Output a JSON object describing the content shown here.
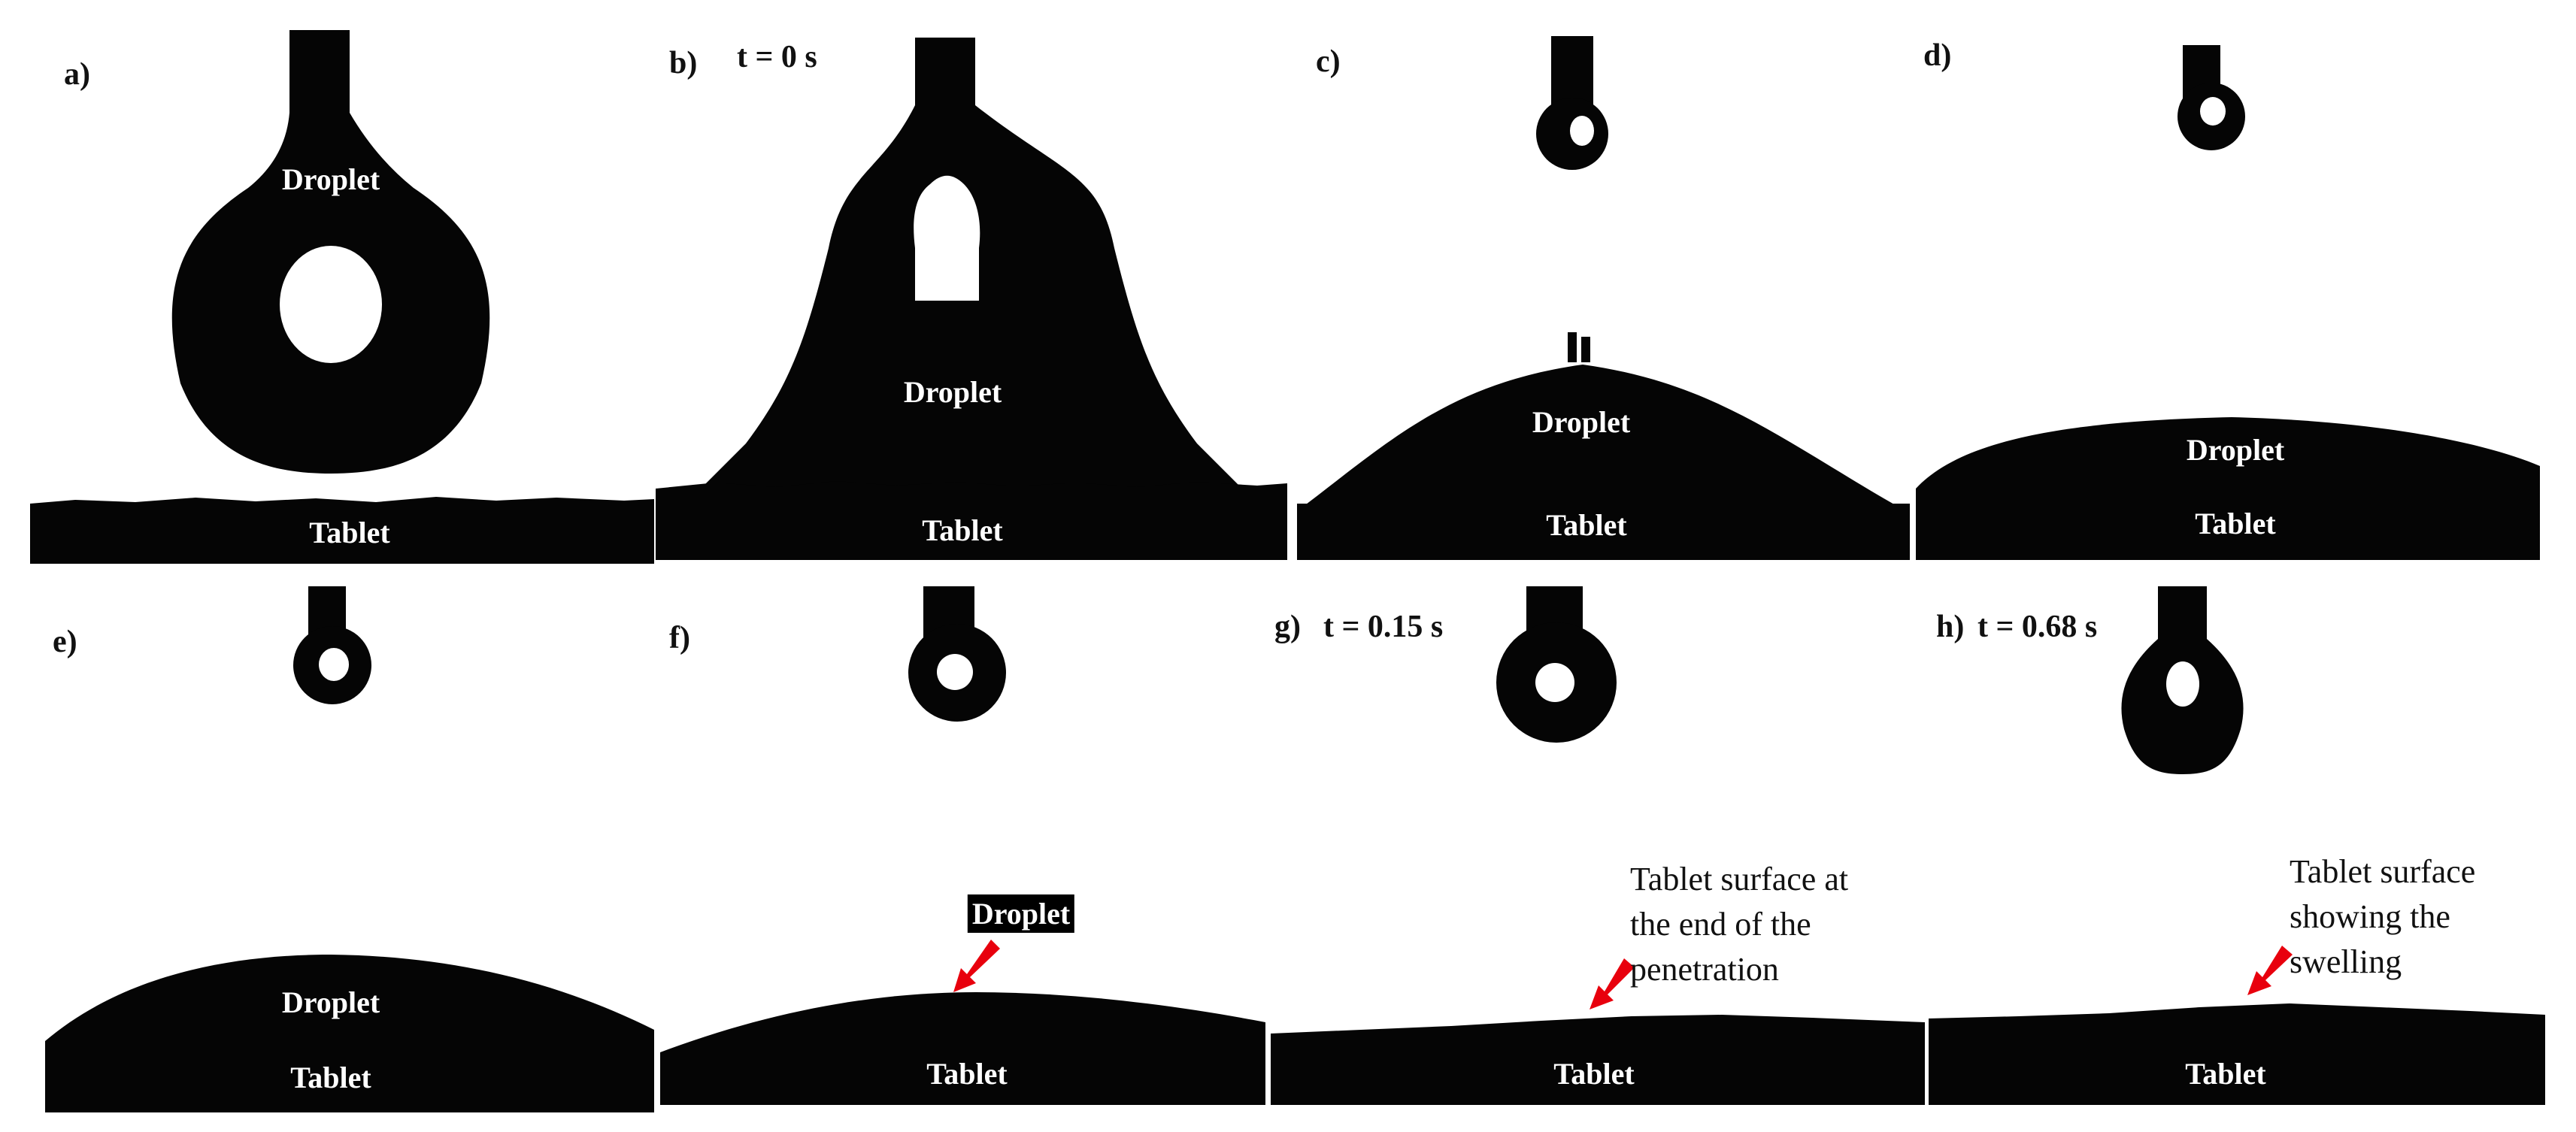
{
  "panels": [
    {
      "id": "a",
      "letter": "a)",
      "time": "",
      "droplet": "Droplet",
      "tablet": "Tablet"
    },
    {
      "id": "b",
      "letter": "b)",
      "time": "t = 0 s",
      "droplet": "Droplet",
      "tablet": "Tablet"
    },
    {
      "id": "c",
      "letter": "c)",
      "time": "",
      "droplet": "Droplet",
      "tablet": "Tablet"
    },
    {
      "id": "d",
      "letter": "d)",
      "time": "",
      "droplet": "Droplet",
      "tablet": "Tablet"
    },
    {
      "id": "e",
      "letter": "e)",
      "time": "",
      "droplet": "Droplet",
      "tablet": "Tablet"
    },
    {
      "id": "f",
      "letter": "f)",
      "time": "",
      "droplet": "Droplet",
      "tablet": "Tablet"
    },
    {
      "id": "g",
      "letter": "g)",
      "time": "t = 0.15 s",
      "droplet": "",
      "tablet": "Tablet",
      "annotation": "Tablet surface at\nthe end of the\npenetration"
    },
    {
      "id": "h",
      "letter": "h)",
      "time": "t = 0.68 s",
      "droplet": "",
      "tablet": "Tablet",
      "annotation": "Tablet surface\nshowing the\nswelling"
    }
  ],
  "colors": {
    "silhouette": "#050505",
    "arrow": "#e8000d",
    "background": "#ffffff"
  }
}
